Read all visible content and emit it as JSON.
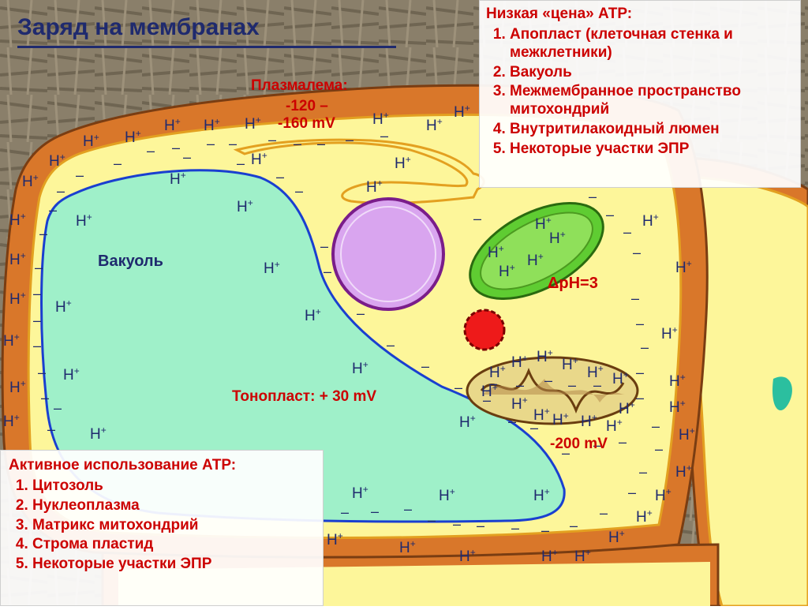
{
  "title": "Заряд на мембранах",
  "plasmalemma": {
    "line1": "Плазмалема:",
    "line2": "-120 –",
    "line3": "-160 mV"
  },
  "vacuole_label": "Вакуоль",
  "tonoplast_label": "Тонопласт: + 30 mV",
  "delta_ph_label": "ΔpH=3",
  "mito_potential": "-200 mV",
  "proton_symbol": "H",
  "proton_charge": "+",
  "minus_symbol": "–",
  "low_cost_panel": {
    "heading": "Низкая «цена» АТР:",
    "items": [
      "Апопласт (клеточная стенка и межклетники)",
      "Вакуоль",
      "Межмембранное пространство митохондрий",
      "Внутритилакоидный люмен",
      "Некоторые участки ЭПР"
    ]
  },
  "active_use_panel": {
    "heading": "Активное использование АТР:",
    "items": [
      "Цитозоль",
      "Нуклеоплазма",
      "Матрикс митохондрий",
      "Строма пластид",
      "Некоторые участки ЭПР"
    ]
  },
  "colors": {
    "cytoplasm": "#fdf69a",
    "vacuole": "#9ff0c9",
    "cell_wall": "#d9772a",
    "nucleus": "#d9a5ef",
    "chloroplast": "#5fcc32",
    "mitochondrion": "#b58b4a",
    "heading_blue": "#1f2a6e",
    "label_red": "#cc0000"
  }
}
